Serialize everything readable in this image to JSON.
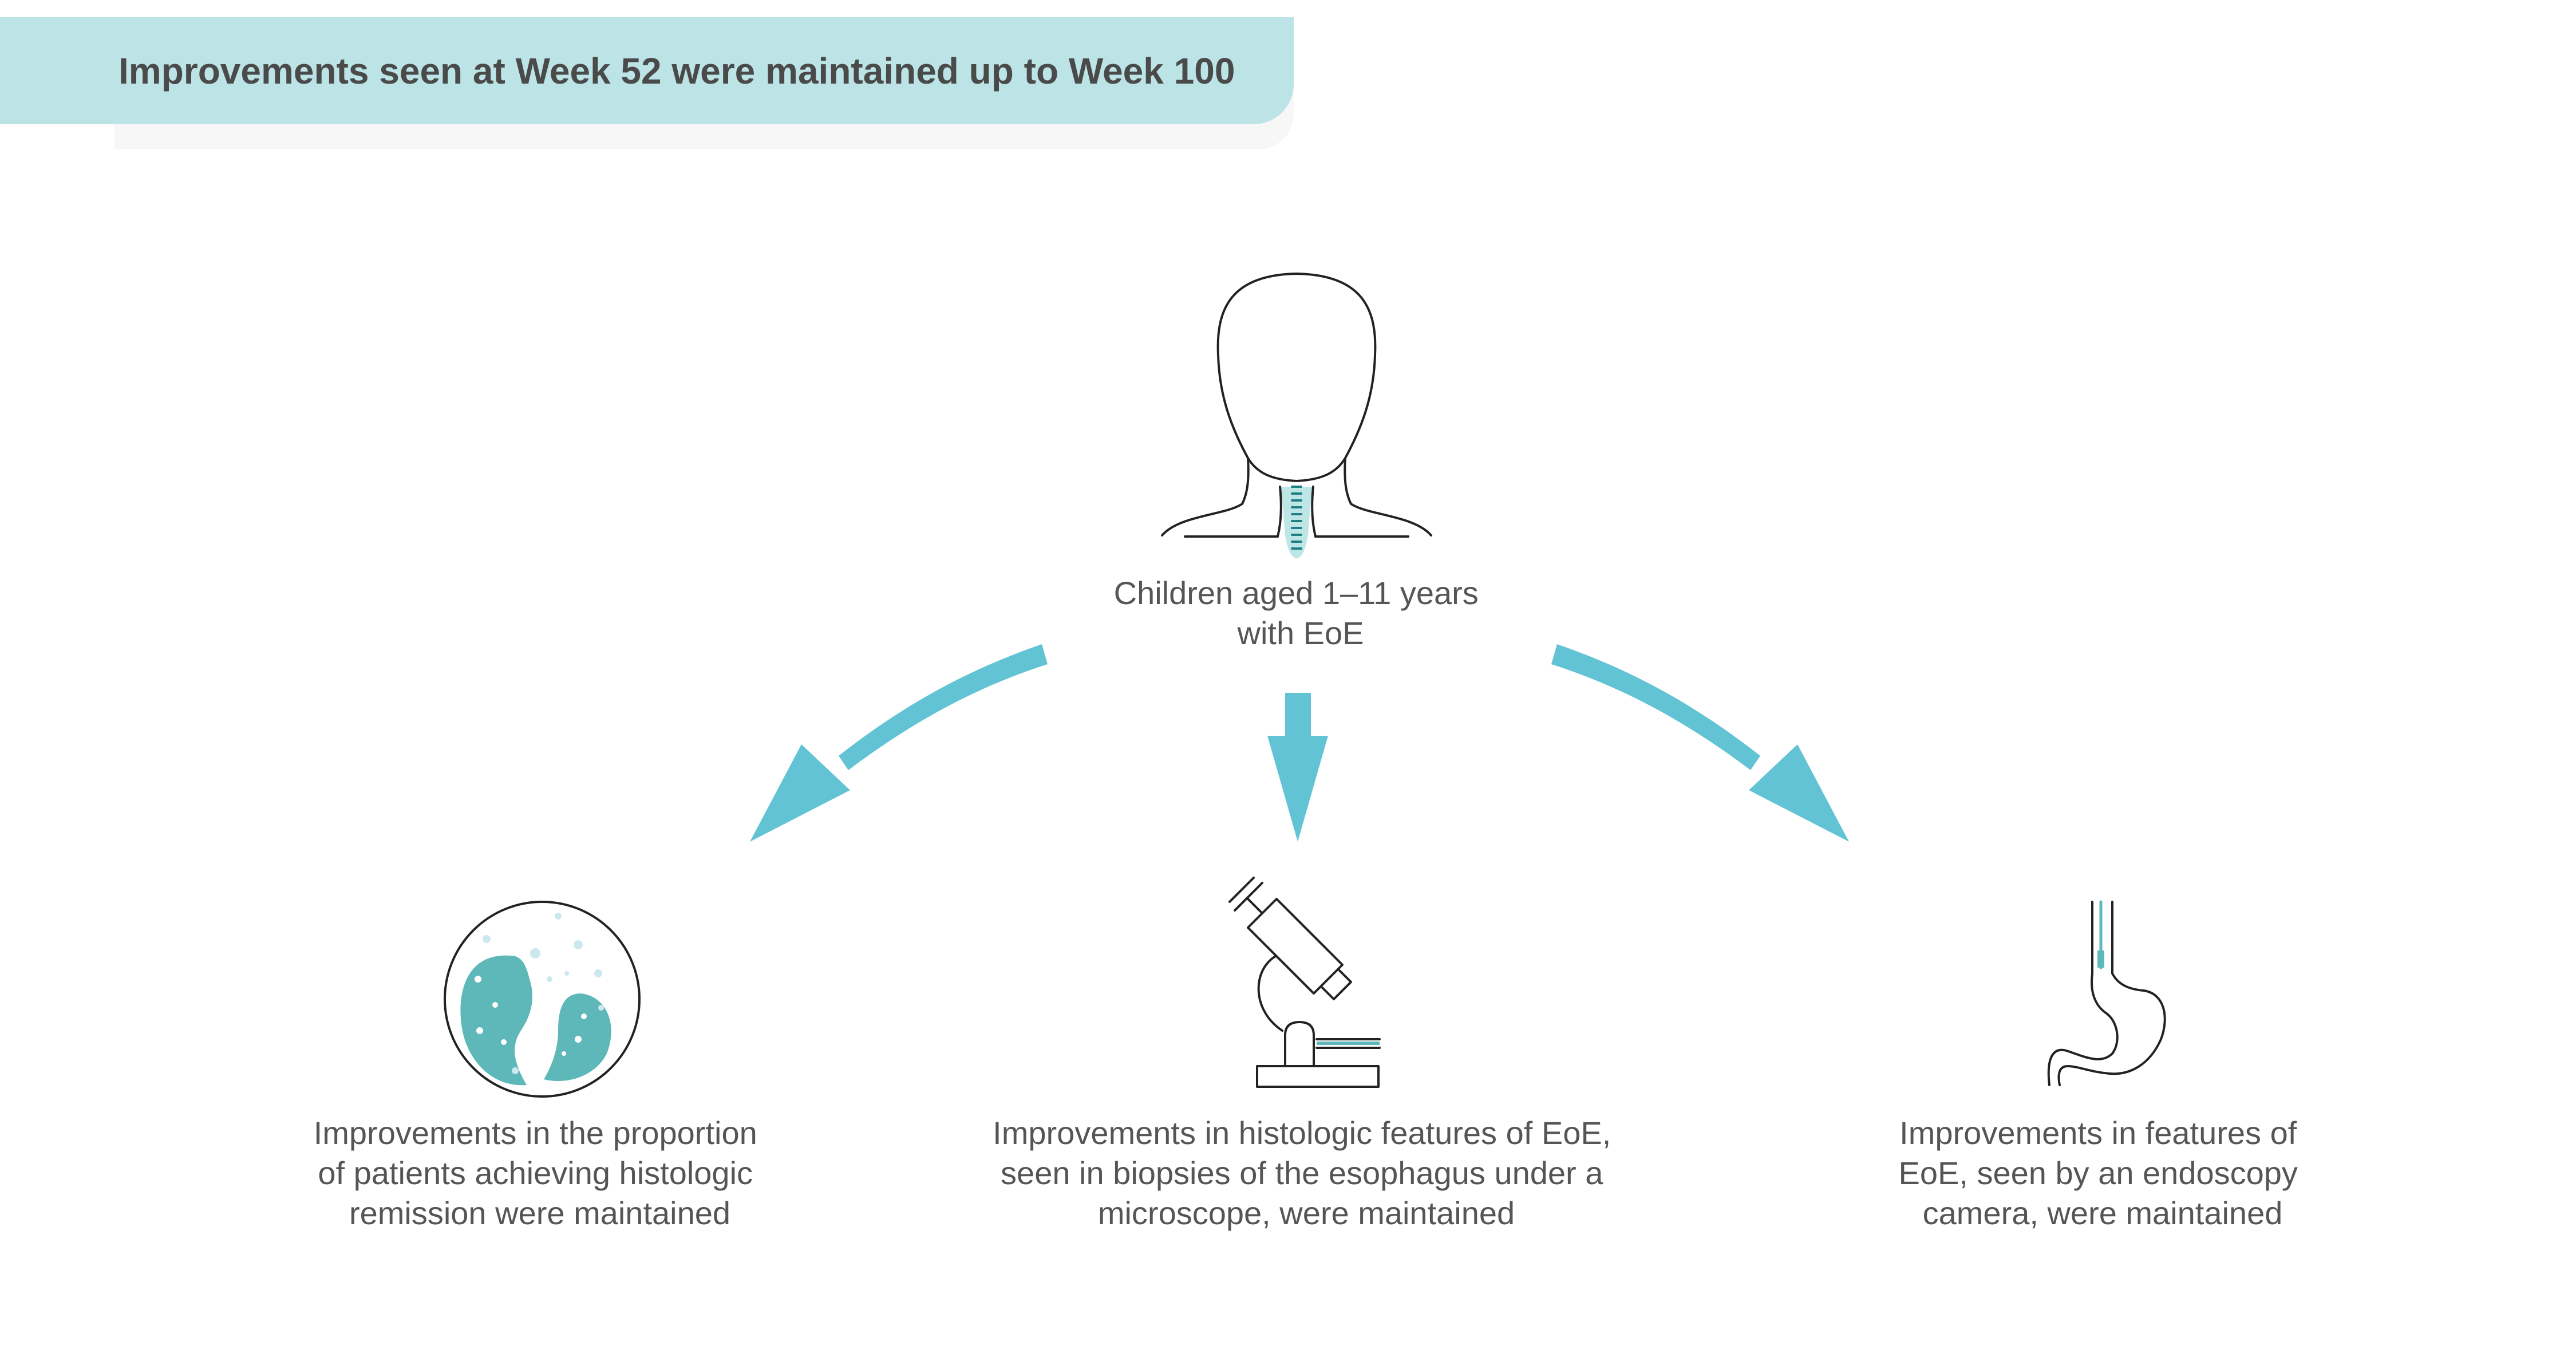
{
  "banner": {
    "text": "Improvements seen at Week 52 were maintained up to Week 100"
  },
  "center_node": {
    "icon": "child-head-icon",
    "label_lines": [
      "Children aged 1–11 years",
      "with EoE"
    ]
  },
  "outcomes": [
    {
      "icon": "cell-icon",
      "label_lines": [
        "Improvements in the proportion",
        "of patients achieving histologic",
        "remission were maintained"
      ]
    },
    {
      "icon": "microscope-icon",
      "label_lines": [
        "Improvements in histologic features of EoE,",
        "seen in biopsies of the esophagus under a",
        "microscope, were maintained"
      ]
    },
    {
      "icon": "stomach-endoscope-icon",
      "label_lines": [
        "Improvements in features of",
        "EoE, seen by an endoscopy",
        "camera, were maintained"
      ]
    }
  ],
  "colors": {
    "banner": "#bce4e6",
    "arrow": "#62c3d4",
    "accent": "#5eb8b9",
    "line": "#222222",
    "text": "#555555"
  }
}
